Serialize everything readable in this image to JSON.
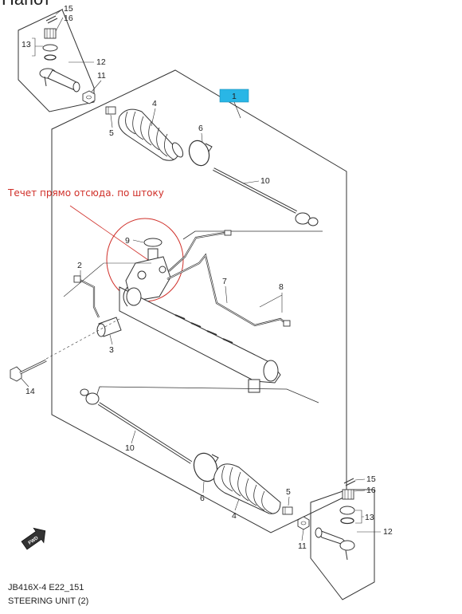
{
  "header_fragment": "Напот",
  "annotation": {
    "text": "Течет прямо отсюда. по штоку",
    "color": "#d0302a"
  },
  "callout_highlight_color": "#29b6e6",
  "part_labels": {
    "p1": "1",
    "p2": "2",
    "p3": "3",
    "p4_top": "4",
    "p4_bottom": "4",
    "p5_top": "5",
    "p5_bottom": "5",
    "p6_top": "6",
    "p6_bottom": "6",
    "p7": "7",
    "p8": "8",
    "p9": "9",
    "p10_top": "10",
    "p10_bottom": "10",
    "p11_top": "11",
    "p11_bottom": "11",
    "p12_top": "12",
    "p12_bottom": "12",
    "p13_top": "13",
    "p13_bottom": "13",
    "p14": "14",
    "p15_top": "15",
    "p15_bottom": "15",
    "p16_top": "16",
    "p16_bottom": "16"
  },
  "fwd_badge": "FWD",
  "footer": {
    "code": "JB416X-4 E22_151",
    "title": "STEERING UNIT (2)"
  }
}
